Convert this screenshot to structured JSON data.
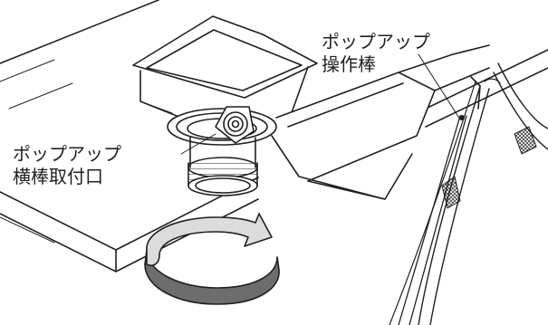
{
  "callouts": {
    "rod": {
      "line1": "ポップアップ",
      "line2": "操作棒"
    },
    "mount": {
      "line1": "ポップアップ",
      "line2": "横棒取付口"
    }
  },
  "icons": {
    "rotation": "rotate-clockwise-arrow-icon"
  },
  "colors": {
    "line": "#231f20",
    "arrow_light": "#dcdcdc",
    "arrow_dark": "#6d6d6d",
    "background": "#ffffff"
  }
}
